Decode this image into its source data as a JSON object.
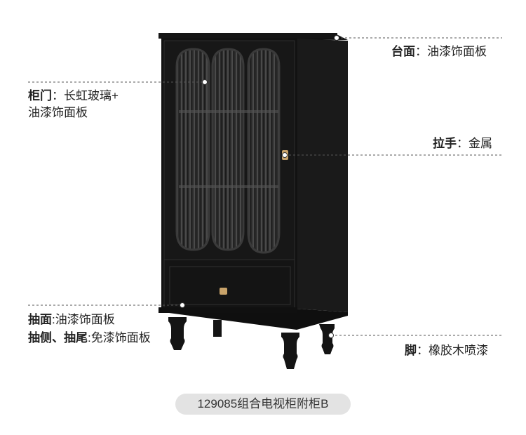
{
  "annotations": {
    "top": {
      "name": "台面",
      "sep": "：",
      "value": "油漆饰面板"
    },
    "door": {
      "name": "柜门",
      "sep": "：",
      "value_line1": "长虹玻璃+",
      "value_line2": "油漆饰面板"
    },
    "handle": {
      "name": "拉手",
      "sep": "：",
      "value": "金属"
    },
    "drawer_front": {
      "name": "抽面",
      "sep": ":",
      "value": "油漆饰面板"
    },
    "drawer_side": {
      "name": "抽侧、抽尾",
      "sep": ":",
      "value": "免漆饰面板"
    },
    "legs": {
      "name": "脚",
      "sep": "：",
      "value": "橡胶木喷漆"
    }
  },
  "caption": "129085组合电视柜附柜B",
  "colors": {
    "cabinet": "#161616",
    "handle": "#c9a36a",
    "leader": "#555555",
    "caption_bg": "#e3e3e3"
  }
}
